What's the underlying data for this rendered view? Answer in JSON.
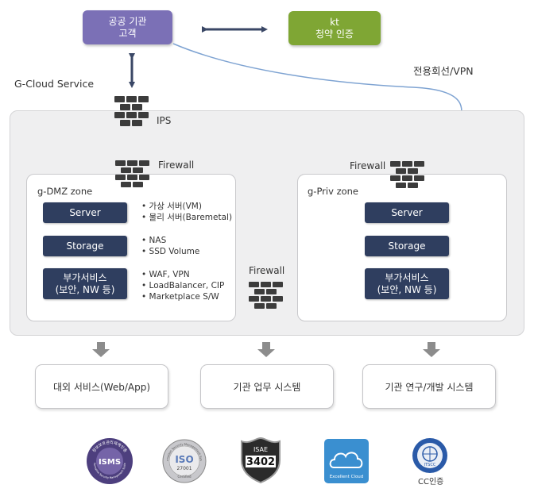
{
  "top": {
    "customer_line1": "공공 기관",
    "customer_line2": "고객",
    "kt_line1": "kt",
    "kt_line2": "청약 인증",
    "gcloud_label": "G-Cloud Service",
    "vpn_label": "전용회선/VPN"
  },
  "colors": {
    "customer_box": "#7b70b6",
    "kt_box": "#7fa634",
    "node_button": "#2f3e5f",
    "arrow_dark": "#3a4766",
    "vpn_line": "#7ea3d2",
    "down_arrow": "#8c8c8c",
    "firewall": "#3c3c3c"
  },
  "security": {
    "ips_label": "IPS",
    "firewall_left": "Firewall",
    "firewall_right": "Firewall",
    "firewall_middle": "Firewall"
  },
  "dmz": {
    "title": "g-DMZ zone",
    "server": "Server",
    "server_items": [
      "가상 서버(VM)",
      "물리 서버(Baremetal)"
    ],
    "storage": "Storage",
    "storage_items": [
      "NAS",
      "SSD Volume"
    ],
    "extra_line1": "부가서비스",
    "extra_line2": "(보안, NW 등)",
    "extra_items": [
      "WAF, VPN",
      "LoadBalancer, CIP",
      "Marketplace S/W"
    ]
  },
  "priv": {
    "title": "g-Priv zone",
    "server": "Server",
    "storage": "Storage",
    "extra_line1": "부가서비스",
    "extra_line2": "(보안, NW 등)"
  },
  "outputs": [
    "대외 서비스(Web/App)",
    "기관 업무 시스템",
    "기관 연구/개발 시스템"
  ],
  "certifications": {
    "isms_ring": "정보보호관리체계인증",
    "isms_ring_bottom": "Information Security Management System",
    "isms_center": "ISMS",
    "iso_ring": "Information Security Management System",
    "iso_center": "ISO",
    "iso_number": "27001",
    "iso_bottom": "Certified",
    "isae_top": "ISAE",
    "isae_number": "3402",
    "excellent_cloud": "Excellent Cloud",
    "itsec_center": "ITSCC",
    "cc_label": "CC인증"
  }
}
